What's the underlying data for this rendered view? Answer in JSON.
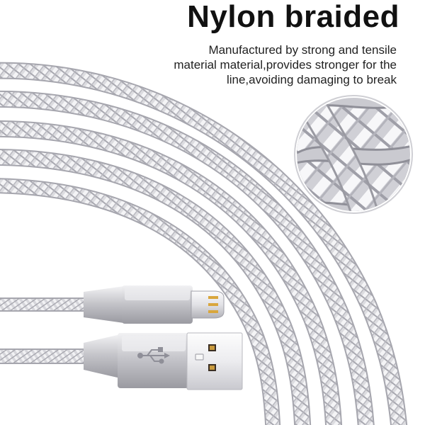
{
  "header": {
    "title": "Nylon braided",
    "description_lines": [
      "Manufactured by strong and tensile",
      "material material,provides stronger for the",
      "line,avoiding damaging to break"
    ]
  },
  "product": {
    "cable_color": "#d9d9db",
    "braid_highlight": "#f6f6f7",
    "braid_shadow": "#9c9ca3",
    "connector_body_color": "#c9c9cd",
    "usb_icon": "usb-icon"
  }
}
